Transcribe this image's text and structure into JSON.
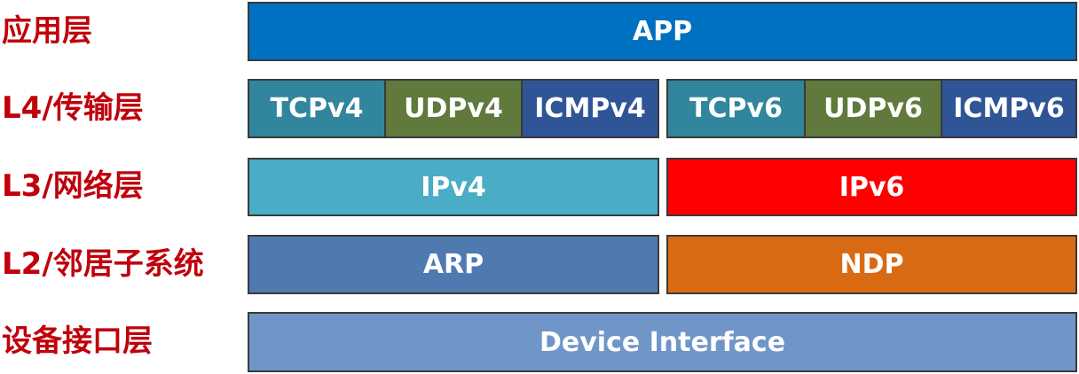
{
  "layers": {
    "app_label": "应用层",
    "l4_label": "L4/传输层",
    "l3_label": "L3/网络层",
    "l2_label": "L2/邻居子系统",
    "device_label": "设备接口层"
  },
  "boxes": {
    "app": "APP",
    "tcpv4": "TCPv4",
    "udpv4": "UDPv4",
    "icmpv4": "ICMPv4",
    "tcpv6": "TCPv6",
    "udpv6": "UDPv6",
    "icmpv6": "ICMPv6",
    "ipv4": "IPv4",
    "ipv6": "IPv6",
    "arp": "ARP",
    "ndp": "NDP",
    "device_interface": "Device Interface"
  },
  "colors": {
    "label_text": "#c0000b",
    "app": "#0070c0",
    "tcp": "#31859c",
    "udp": "#5f7a3c",
    "icmp": "#2f5597",
    "ipv4": "#4bacc6",
    "ipv6": "#ff0000",
    "arp": "#4f7ab0",
    "ndp": "#d96a14",
    "device_interface": "#7096c8"
  }
}
